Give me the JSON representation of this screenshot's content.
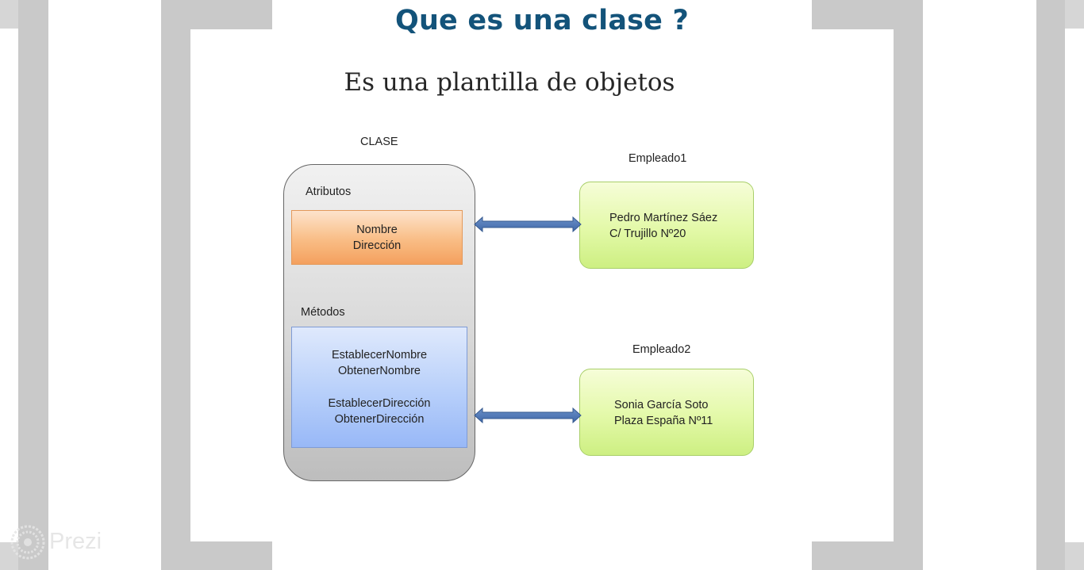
{
  "slide": {
    "title": "Que es una clase ?",
    "subtitle": "Es una plantilla de objetos"
  },
  "diagram": {
    "class_label": "CLASE",
    "attributes_label": "Atributos",
    "attributes": [
      "Nombre",
      "Dirección"
    ],
    "methods_label": "Métodos",
    "methods_group1": [
      "EstablecerNombre",
      "ObtenerNombre"
    ],
    "methods_group2": [
      "EstablecerDirección",
      "ObtenerDirección"
    ],
    "employees": [
      {
        "label": "Empleado1",
        "lines": [
          "Pedro Martínez Sáez",
          "C/ Trujillo Nº20"
        ]
      },
      {
        "label": "Empleado2",
        "lines": [
          "Sonia García Soto",
          "Plaza España Nº11"
        ]
      }
    ]
  },
  "branding": {
    "logo_text": "Prezi",
    "logo_icon": "prezi-logo-icon"
  }
}
